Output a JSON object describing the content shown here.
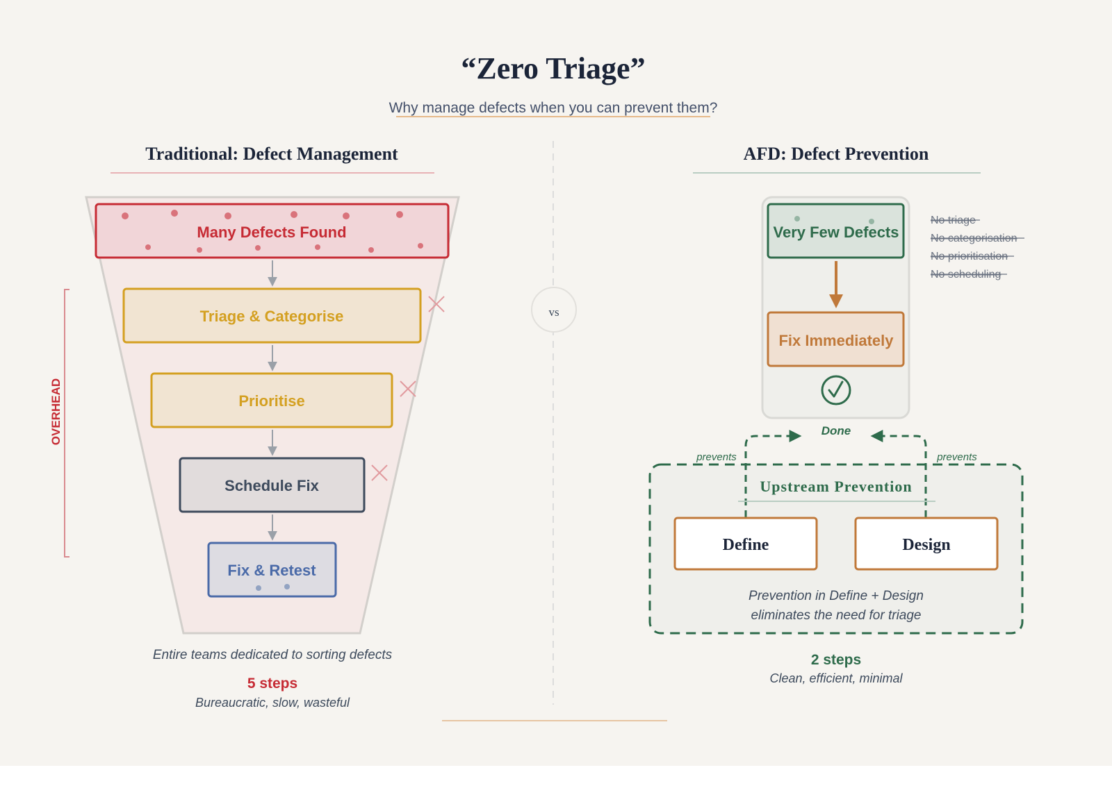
{
  "title": "“Zero Triage”",
  "subtitle": "Why manage defects when you can prevent them?",
  "vs_label": "vs",
  "traditional": {
    "heading": "Traditional: Defect Management",
    "steps": [
      {
        "label": "Many Defects Found"
      },
      {
        "label": "Triage & Categorise"
      },
      {
        "label": "Prioritise"
      },
      {
        "label": "Schedule Fix"
      },
      {
        "label": "Fix & Retest"
      }
    ],
    "overhead_label": "OVERHEAD",
    "caption": "Entire teams dedicated to sorting defects",
    "step_count": "5 steps",
    "summary": "Bureaucratic, slow, wasteful"
  },
  "afd": {
    "heading": "AFD: Defect Prevention",
    "few_defects": "Very Few Defects",
    "fix_immediately": "Fix Immediately",
    "done": "Done",
    "struck_items": [
      "No triage",
      "No categorisation",
      "No prioritisation",
      "No scheduling"
    ],
    "prevents_left": "prevents",
    "prevents_right": "prevents",
    "upstream_title": "Upstream Prevention",
    "define": "Define",
    "design": "Design",
    "prevention_note_1": "Prevention in Define + Design",
    "prevention_note_2": "eliminates the need for triage",
    "step_count": "2 steps",
    "summary": "Clean, efficient, minimal"
  },
  "colors": {
    "background": "#f6f4f0",
    "title": "#1b2438",
    "red": "#c62b34",
    "amber": "#d4a021",
    "slate": "#3d4a5c",
    "blue": "#4a6aa8",
    "green": "#2e6b4b",
    "orange": "#c0793a"
  }
}
